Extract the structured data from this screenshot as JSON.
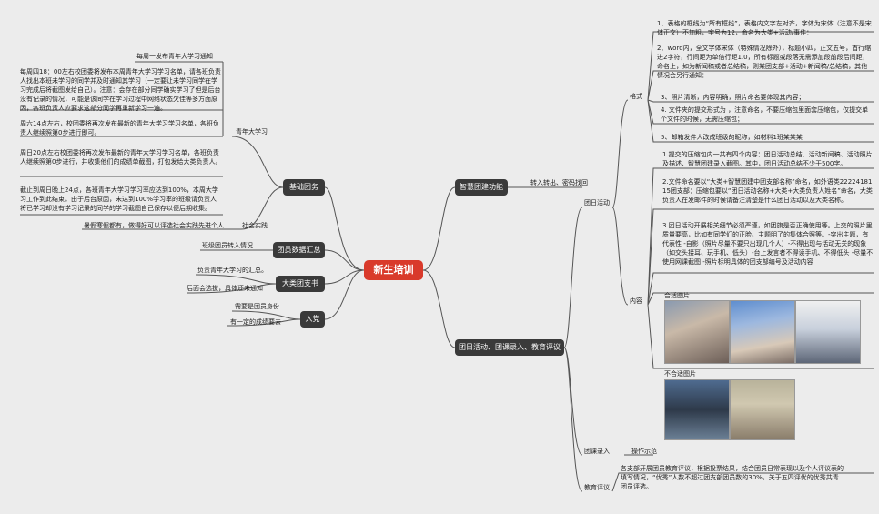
{
  "root": "新生培训",
  "colors": {
    "root": "#d93a2b",
    "branch": "#3a3a3a",
    "background": "#ececec",
    "line": "#555555"
  },
  "left": {
    "jichu": {
      "label": "基础团务",
      "qingnian": {
        "label": "青年大学习",
        "items": [
          "每周一发布青年大学习通知",
          "每周四18：00左右校团委将发布本周青年大学习学习名单，请各班负责人找出本班未学习的同学并及时通知其学习（一定要让未学习同学在学习完成后将截图发给自己）。注意：会存在部分同学确实学习了但是后台没有记录的情况，可能是该同学在学习过程中网络状态欠佳等多方面原因，各班负责人应要求这部分同学再重新学习一遍。",
          "周六14点左右，校团委将再次发布最新的青年大学习学习名单，各班负责人继续照第0步进行即可。",
          "周日20点左右校团委将再次发布最新的青年大学习学习名单，各班负责人继续照第0步进行，并收集他们的成绩单截图，打包发给大类负责人。",
          "截止到周日晚上24点，各班青年大学习学习率应达到100%，本周大学习工作到此结束。由于后台原因，未达到100%学习率的班级请负责人将已学习却没有学习记录的同学的学习截图自己保存以便后期收集。"
        ]
      },
      "shehui": {
        "label": "社会实践",
        "items": [
          "暑假寒假都有，做得好可以评选社会实践先进个人"
        ]
      }
    },
    "tuanyuan": {
      "label": "团员数据汇总",
      "items": [
        "班级团员转入情况"
      ]
    },
    "dalei": {
      "label": "大类团支书",
      "items": [
        "负责青年大学习的汇总。",
        "后面会选拔，具体还未通知"
      ]
    },
    "rudang": {
      "label": "入党",
      "items": [
        "需要是团员身份",
        "有一定的成绩要去"
      ]
    }
  },
  "right": {
    "zhihui": {
      "label": "智慧团建功能",
      "items": [
        "转入转出、密码找回"
      ]
    },
    "tuanhuodong": {
      "label": "团日活动、团课录入、教育评议",
      "tuanri": {
        "label": "团日活动",
        "geshi": {
          "label": "格式",
          "items": [
            "1、表格的框线为“所有框线”，表格内文字左对齐，字体为宋体（注意不是宋体正文）不加粗，字号为12，命名为大类+活动/事件：",
            "2、word内，全文字体宋体（特殊情况除外），标题小四，正文五号，首行缩进2字符，行间距为单倍行距1.0，所有标题或段落无需添加段前段后间距，命名上，如为新闻稿或者总结稿，则某团支部+活动+新闻稿/总结稿，其他情况会另行通知：",
            "3、照片清晰，内容明确，照片命名要体现其内容；",
            "4. 文件夹的提交形式为 ，注意命名，不要压缩包里面套压缩包，仅提交单个文件的时候，无需压缩包；",
            "5、邮箱发件人改成班级的昵称，如材料1班某某某"
          ]
        },
        "neirong": {
          "label": "内容",
          "items": [
            "1.提交的压缩包内一共有四个内容：团日活动总结、活动新闻稿、活动照片及描述、智慧团建录入截图。其中，团日活动总结不少于500字。",
            "2.文件命名要以“大类+智慧团建中团支部名称”命名，如外语类2222418115团支部：压缩包要以“团日活动名称+大类+大类负责人姓名”命名，大类负责人在发邮件的时候请备注清楚是什么团日活动以及大类名称。",
            "3.团日活动开展相关细节必须严谨，如团旗是否正确使用等。上交的照片里质量要高，比如有同学们的正脸、主题明了的集体合照等。-突出主题，有代表性 -自影（照片尽量不要只出现几个人）-不得出现与活动无关的现象（如交头接耳、玩手机、低头）-台上发言者不得读手机、不得低头 -尽量不使用网课截图 -照片标明具体的团支部编号及活动内容"
          ],
          "good_label": "合适图片",
          "bad_label": "不合适图片"
        }
      },
      "tuanke": {
        "label": "团课录入",
        "items": [
          "操作示范"
        ]
      },
      "jiaoyu": {
        "label": "教育评议",
        "items": [
          "各支部开展团员教育评议，根据投票结果，结合团员日常表现以及个人评议表的填写情况，“优秀”人数不超过团支部团员数的30%。关于五四评优的优秀共青团员评选。"
        ]
      }
    }
  }
}
